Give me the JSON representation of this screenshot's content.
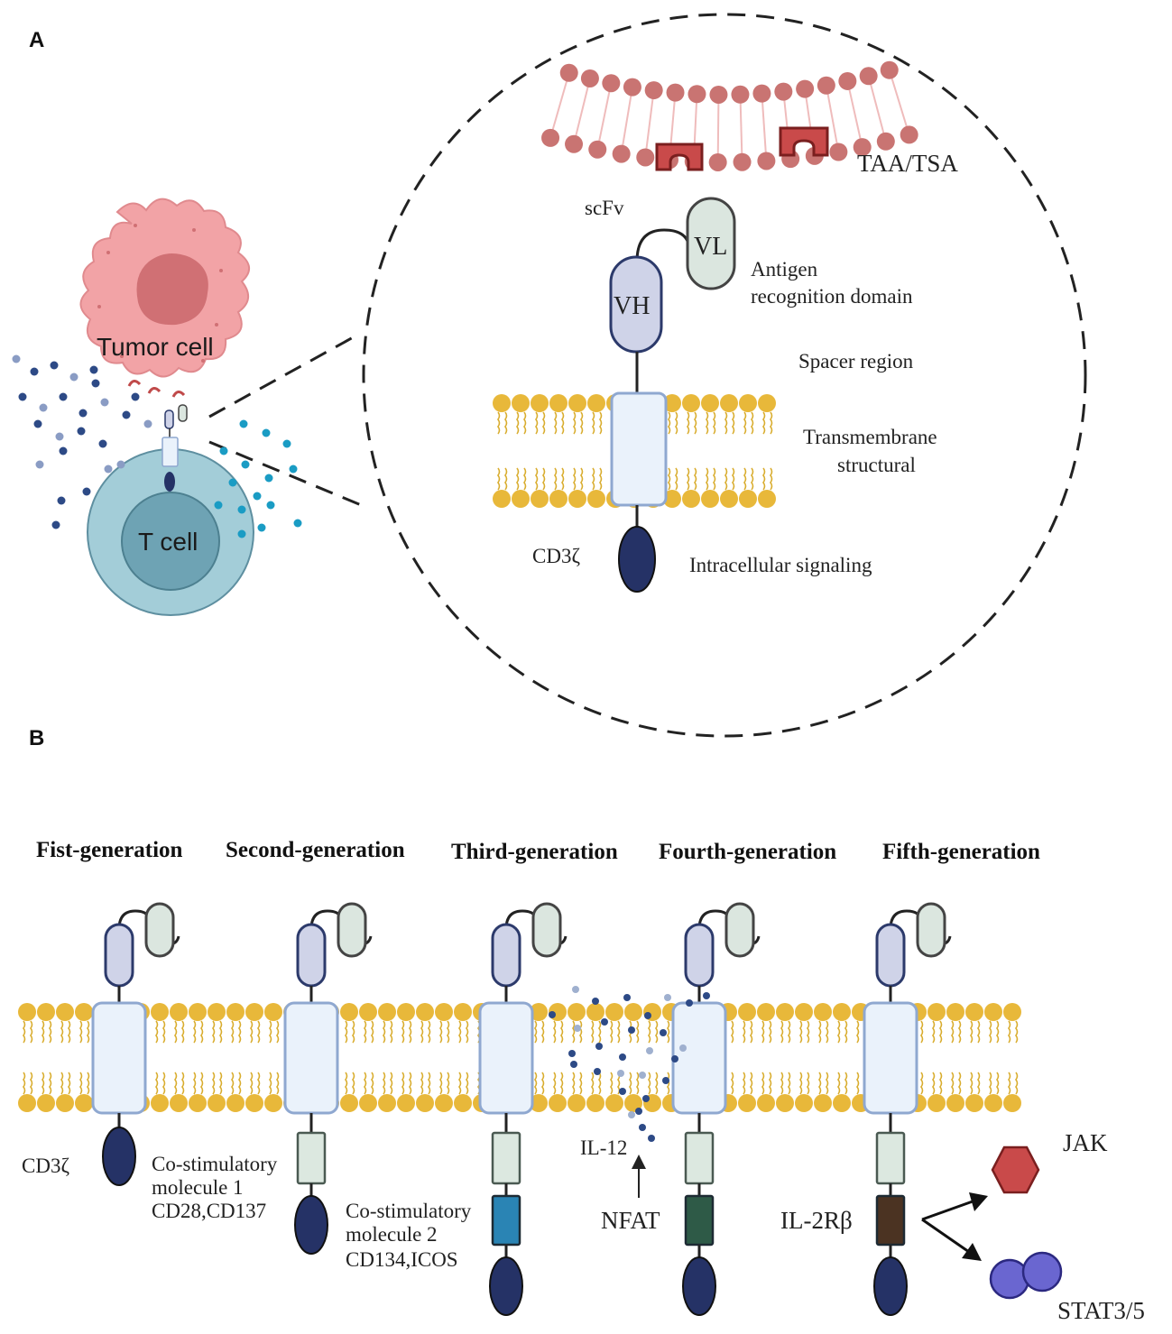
{
  "panels": {
    "a": "A",
    "b": "B"
  },
  "panel_a": {
    "tumor_cell": "Tumor cell",
    "t_cell": "T cell",
    "antigen": "TAA/TSA",
    "scfv": "scFv",
    "vl": "VL",
    "vh": "VH",
    "antigen_domain_line1": "Antigen",
    "antigen_domain_line2": "recognition  domain",
    "spacer": "Spacer region",
    "transmembrane_line1": "Transmembrane",
    "transmembrane_line2": "structural",
    "cd3z": "CD3ζ",
    "intracellular": "Intracellular signaling"
  },
  "panel_b": {
    "generations": [
      "Fist-generation",
      "Second-generation",
      "Third-generation",
      "Fourth-generation",
      "Fifth-generation"
    ],
    "cd3z": "CD3ζ",
    "costim1": [
      "Co-stimulatory",
      "molecule 1",
      "CD28,CD137"
    ],
    "costim2": [
      "Co-stimulatory",
      "molecule 2",
      "CD134,ICOS"
    ],
    "il12": "IL-12",
    "nfat": "NFAT",
    "il2rb": "IL-2Rβ",
    "jak": "JAK",
    "stat": "STAT3/5"
  },
  "colors": {
    "membrane_head": "#e8b83a",
    "membrane_tail": "#d9ad2f",
    "vh_fill": "#cfd3e8",
    "vl_fill": "#dbe6df",
    "tm_fill": "#eaf2fb",
    "cd3z_fill": "#253266",
    "costim_fill": "#dce8e0",
    "third_block": "#2a84b4",
    "fourth_block": "#2e5a47",
    "fifth_block": "#4b3322",
    "jak_fill": "#c94a4a",
    "stat_fill": "#6a66d0",
    "tumor_fill": "#f2a3a6",
    "tcell_fill": "#a3cdd8"
  }
}
